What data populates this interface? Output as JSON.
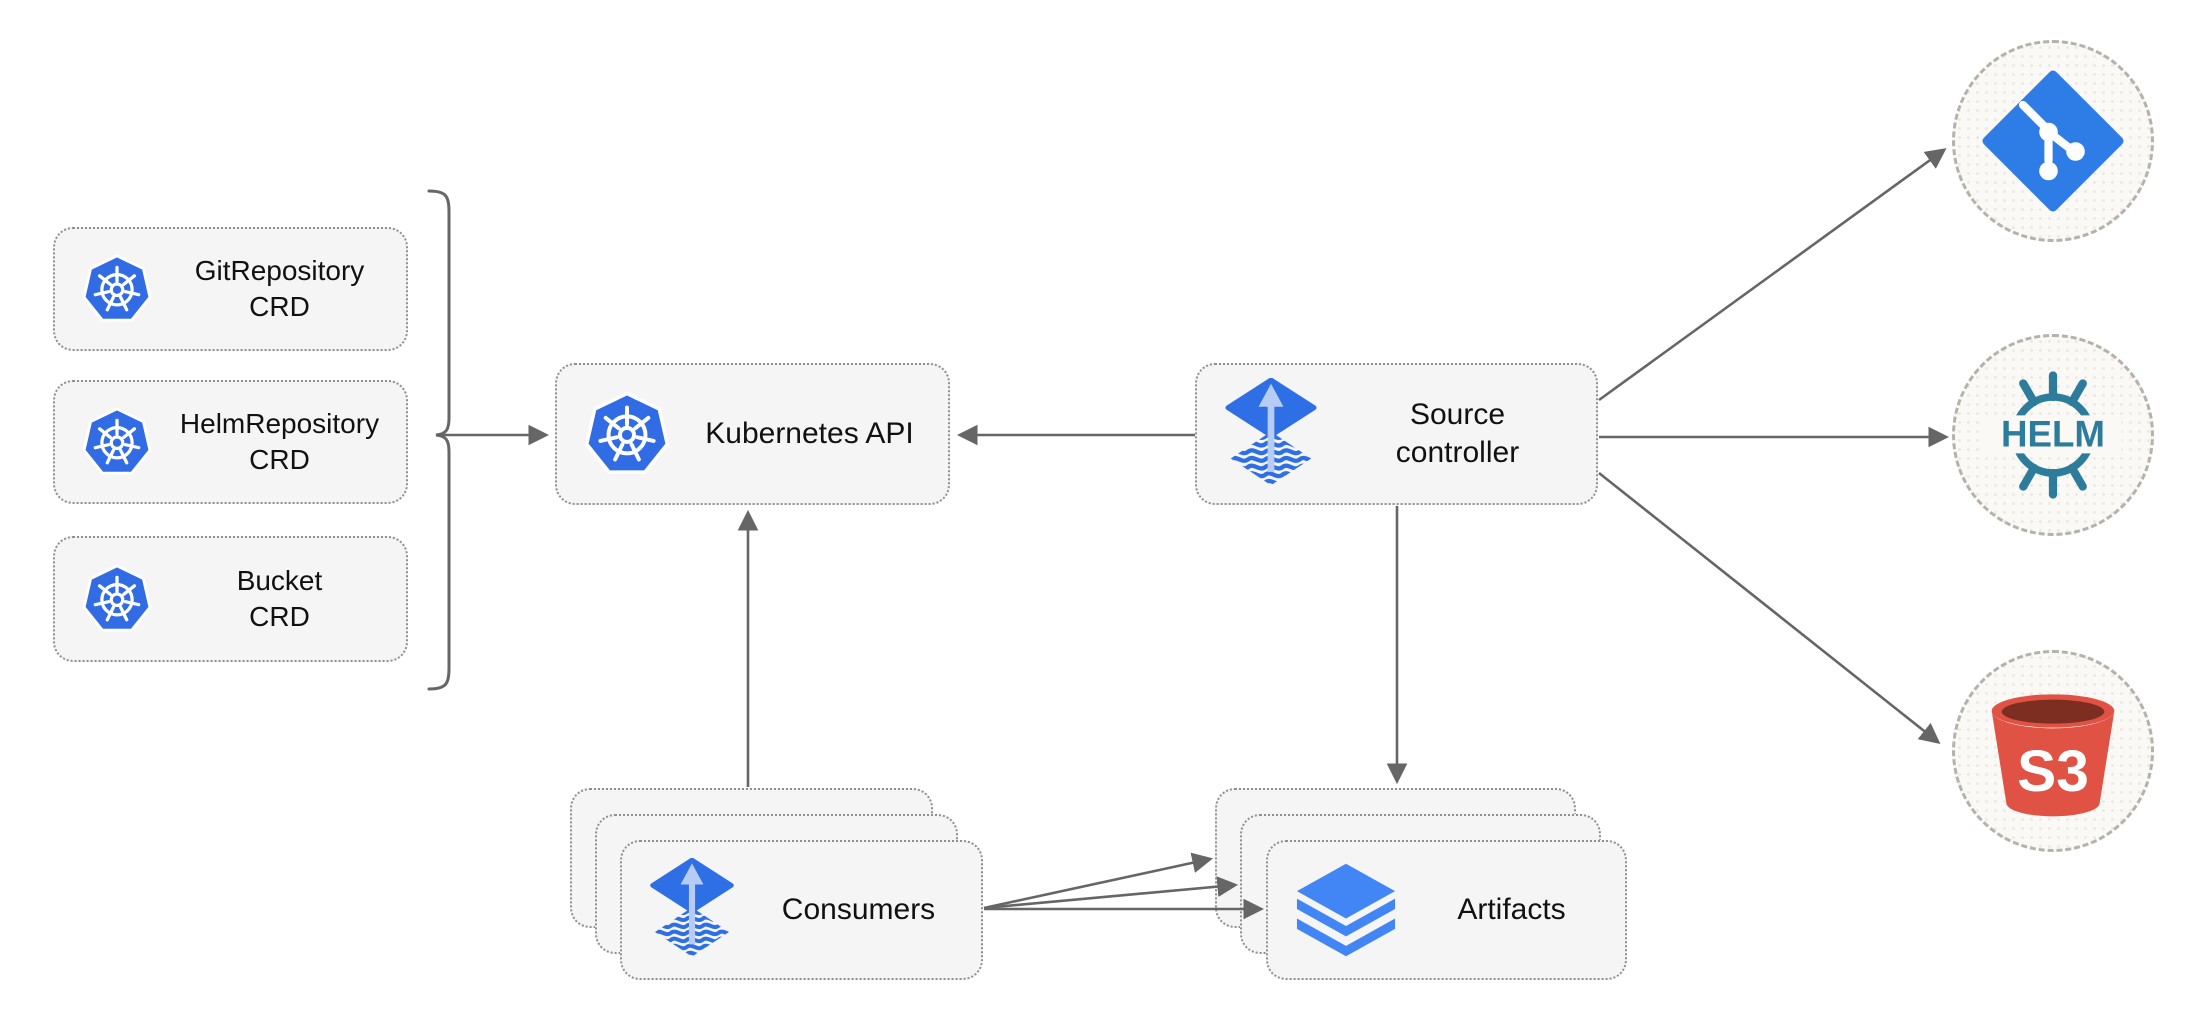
{
  "diagram": {
    "nodes": {
      "gitrepository_crd": {
        "line1": "GitRepository",
        "line2": "CRD"
      },
      "helmrepository_crd": {
        "line1": "HelmRepository",
        "line2": "CRD"
      },
      "bucket_crd": {
        "line1": "Bucket",
        "line2": "CRD"
      },
      "kubernetes_api": {
        "line1": "Kubernetes API"
      },
      "source_controller": {
        "line1": "Source",
        "line2": "controller"
      },
      "consumers": {
        "line1": "Consumers"
      },
      "artifacts": {
        "line1": "Artifacts"
      }
    },
    "logos": {
      "helm_text": "HELM",
      "s3_text": "S3"
    },
    "icons": [
      "kubernetes-icon",
      "flux-icon",
      "layers-icon",
      "git-icon",
      "helm-icon",
      "s3-bucket-icon"
    ],
    "edges": [
      {
        "from": "crd-group-bracket",
        "to": "kubernetes-api"
      },
      {
        "from": "source-controller",
        "to": "kubernetes-api"
      },
      {
        "from": "consumers",
        "to": "kubernetes-api"
      },
      {
        "from": "source-controller",
        "to": "artifacts"
      },
      {
        "from": "source-controller",
        "to": "git-endpoint"
      },
      {
        "from": "source-controller",
        "to": "helm-endpoint"
      },
      {
        "from": "source-controller",
        "to": "s3-endpoint"
      },
      {
        "from": "consumers",
        "to": "artifacts",
        "count": 3
      }
    ],
    "colors": {
      "kubernetes_blue": "#326CE5",
      "flux_blue": "#2F6FE5",
      "flux_arrow_light": "#B7CCF4",
      "layers_blue": "#4285F4",
      "git_blue": "#2E7CE5",
      "helm_teal": "#2E7C9C",
      "s3_red": "#E05243",
      "s3_dark_red": "#7E2E20",
      "edge_gray": "#666666",
      "node_fill": "#F5F5F5",
      "node_border": "#8F8F8F",
      "circle_fill": "#FAF9F5",
      "circle_border": "#B5B2AC",
      "text_color": "#111111"
    }
  }
}
